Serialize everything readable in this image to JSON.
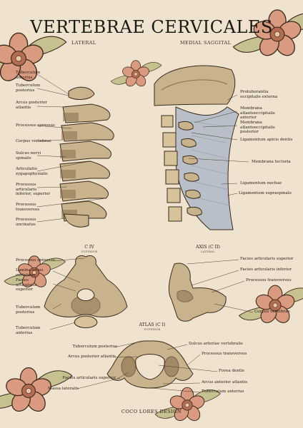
{
  "title": "VERTEBRAE CERVICALES",
  "subtitles": {
    "lateral": "LATERAL",
    "medial": "MEDIAL SAGGITAL"
  },
  "lateral_labels": [
    "Tuberculum anterius",
    "Tuberculum posterius",
    "Arcus posterior atlantis",
    "Processus spinosus",
    "Corpus vertebrae",
    "Sulcus nervi spinalis",
    "Articulatio zygapophysialis",
    "Processus articularis inferior, superior",
    "Processus transversus",
    "Processus uncinatus"
  ],
  "sagittal_labels": [
    "Protuberantia occipitalis externa",
    "Membrana atlantooccipitalis anterior",
    "Membrana atlantooccipitalis posterior",
    "Ligamentum apicis dentis",
    "Membrana tectoria",
    "Ligamentum nuchae",
    "Ligamentum supraspinale"
  ],
  "c4": {
    "name": "C IV",
    "view": "SUPERIOR",
    "labels": [
      "Processus spinosus",
      "Lamina arcus vertebrae",
      "Facies articularis superior",
      "Tuberculum posterius",
      "Tuberculum anterius"
    ]
  },
  "axis": {
    "name": "AXIS (C II)",
    "view": "LATERAL",
    "labels": [
      "Facies articularis superior",
      "Facies articularis inferior",
      "Processus transversus",
      "Corpus vertebrae"
    ]
  },
  "atlas": {
    "name": "ATLAS (C I)",
    "view": "SUPERIOR",
    "labels_left": [
      "Tuberculum posterius",
      "Arcus posterior atlantis",
      "Facies articularis superior",
      "Massa lateralis"
    ],
    "labels_right": [
      "Sulcus arteriae vertebralis",
      "Processus transversus",
      "Fovea dentis",
      "Arcus anterior atlantis",
      "Tuberculum anterius"
    ]
  },
  "credit": "COCO LORES DESIGN",
  "colors": {
    "background": "#efe3cf",
    "bone": "#c9b38c",
    "bone_shadow": "#8a6f4e",
    "outline": "#3a2a1c",
    "flower": "#d99a7f",
    "flower_center": "#b56d52",
    "leaf": "#c7c08f",
    "ligament": "#b9bfc8",
    "marrow": "#d8c29a"
  }
}
